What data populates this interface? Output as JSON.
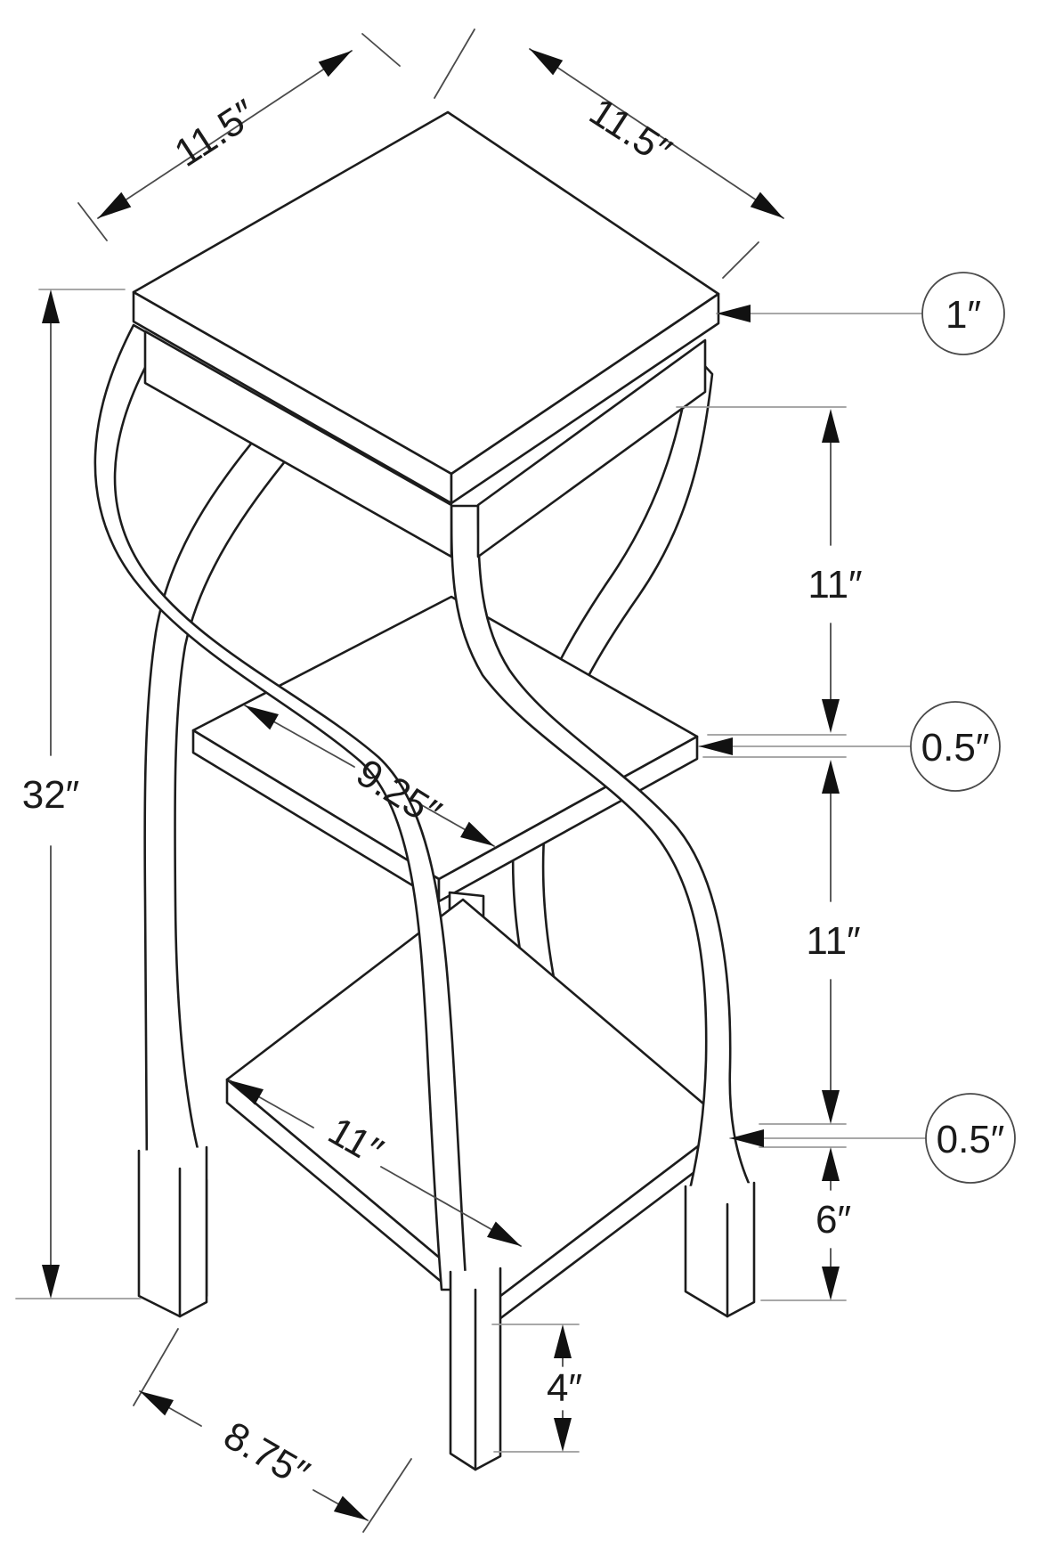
{
  "page": {
    "background": "#ffffff"
  },
  "diagram": {
    "name": "plant-stand-dimension-drawing",
    "style": "isometric black-and-white furniture line drawing with dimension annotations",
    "colors": {
      "outline": "#1c1c1c",
      "dimension_line": "#4a4a4a",
      "extension_line": "#9c9c9c",
      "arrow": "#111111",
      "fill": "#ffffff"
    }
  },
  "annotations": {
    "top_width": {
      "label": "11.5″"
    },
    "top_depth": {
      "label": "11.5″"
    },
    "top_thickness": {
      "label": "1″"
    },
    "upper_spacing": {
      "label": "11″"
    },
    "middle_shelf_thickness": {
      "label": "0.5″"
    },
    "middle_shelf_depth": {
      "label": "9.25″"
    },
    "lower_spacing": {
      "label": "11″"
    },
    "bottom_shelf_thickness": {
      "label": "0.5″"
    },
    "overall_height": {
      "label": "32″"
    },
    "bottom_shelf_depth": {
      "label": "11″"
    },
    "shelf_to_floor": {
      "label": "6″"
    },
    "foot_height": {
      "label": "4″"
    },
    "base_width": {
      "label": "8.75″"
    }
  }
}
